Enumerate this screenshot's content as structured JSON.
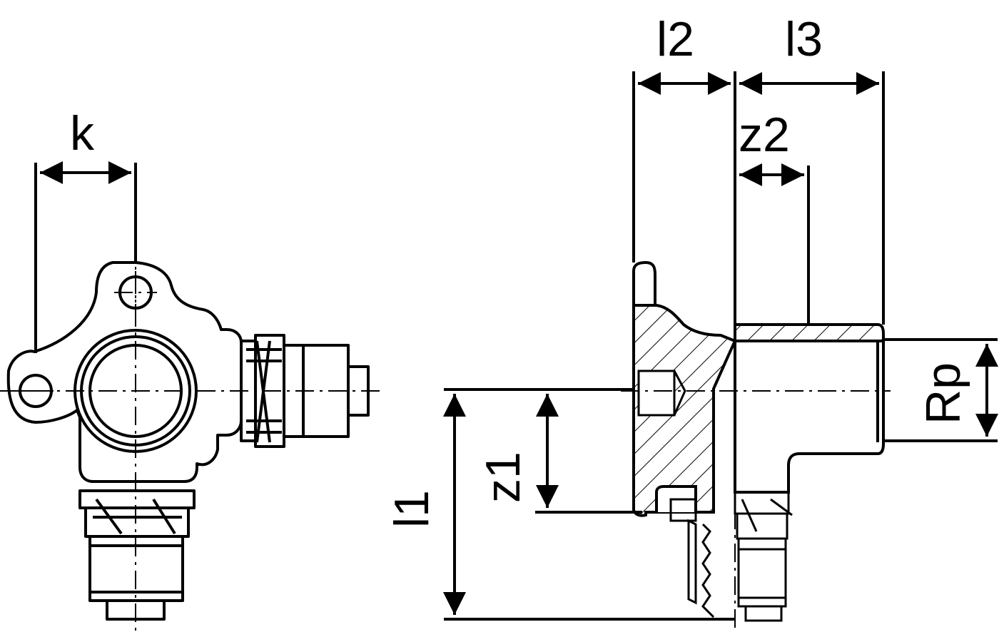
{
  "dimensions": {
    "k": "k",
    "l2": "l2",
    "l3": "l3",
    "z2": "z2",
    "rp": "Rp",
    "z1": "z1",
    "l1": "l1"
  },
  "colors": {
    "line": "#000000",
    "background": "#ffffff"
  }
}
